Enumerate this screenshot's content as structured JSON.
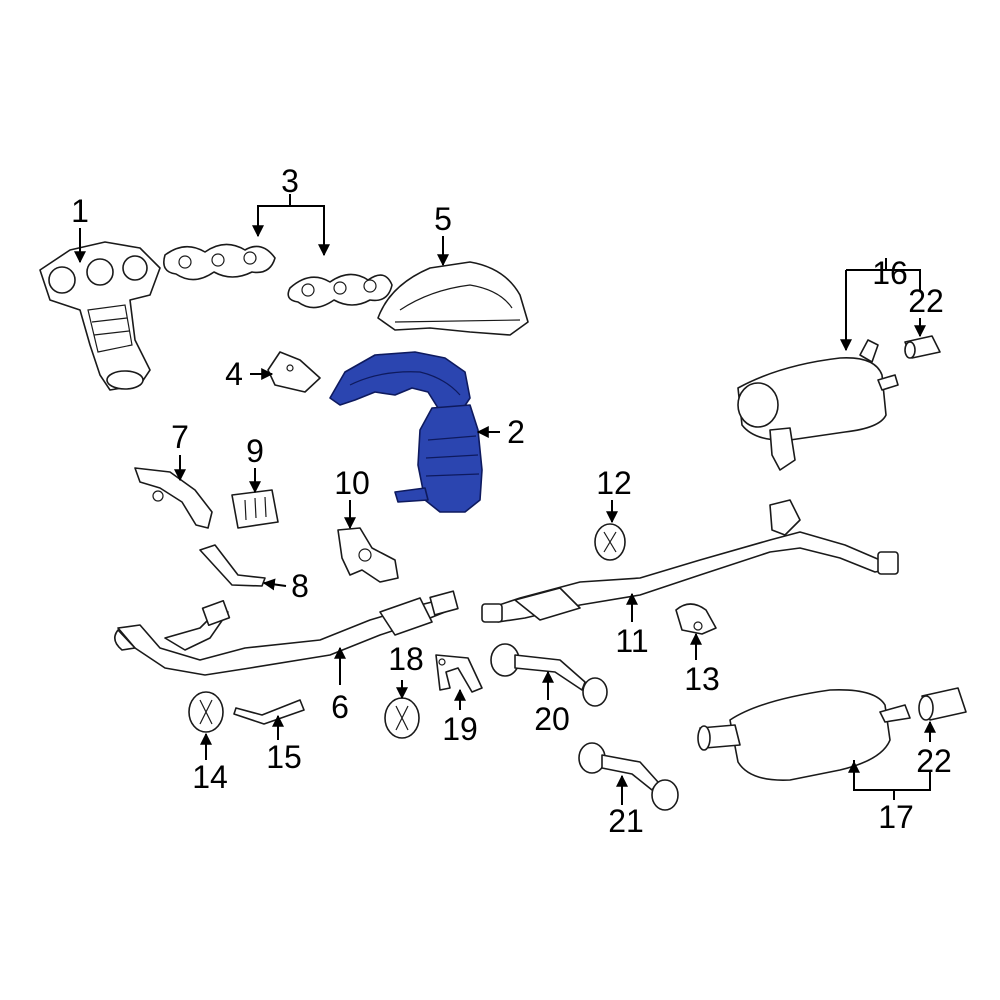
{
  "diagram": {
    "highlighted_part": "2",
    "highlight_color": "#2b45b0",
    "callouts": [
      {
        "id": "c1",
        "label": "1"
      },
      {
        "id": "c2",
        "label": "2"
      },
      {
        "id": "c3",
        "label": "3"
      },
      {
        "id": "c4",
        "label": "4"
      },
      {
        "id": "c5",
        "label": "5"
      },
      {
        "id": "c6",
        "label": "6"
      },
      {
        "id": "c7",
        "label": "7"
      },
      {
        "id": "c8",
        "label": "8"
      },
      {
        "id": "c9",
        "label": "9"
      },
      {
        "id": "c10",
        "label": "10"
      },
      {
        "id": "c11",
        "label": "11"
      },
      {
        "id": "c12",
        "label": "12"
      },
      {
        "id": "c13",
        "label": "13"
      },
      {
        "id": "c14",
        "label": "14"
      },
      {
        "id": "c15",
        "label": "15"
      },
      {
        "id": "c16",
        "label": "16"
      },
      {
        "id": "c17",
        "label": "17"
      },
      {
        "id": "c18",
        "label": "18"
      },
      {
        "id": "c19",
        "label": "19"
      },
      {
        "id": "c20",
        "label": "20"
      },
      {
        "id": "c21",
        "label": "21"
      },
      {
        "id": "c22a",
        "label": "22"
      },
      {
        "id": "c22b",
        "label": "22"
      }
    ]
  }
}
